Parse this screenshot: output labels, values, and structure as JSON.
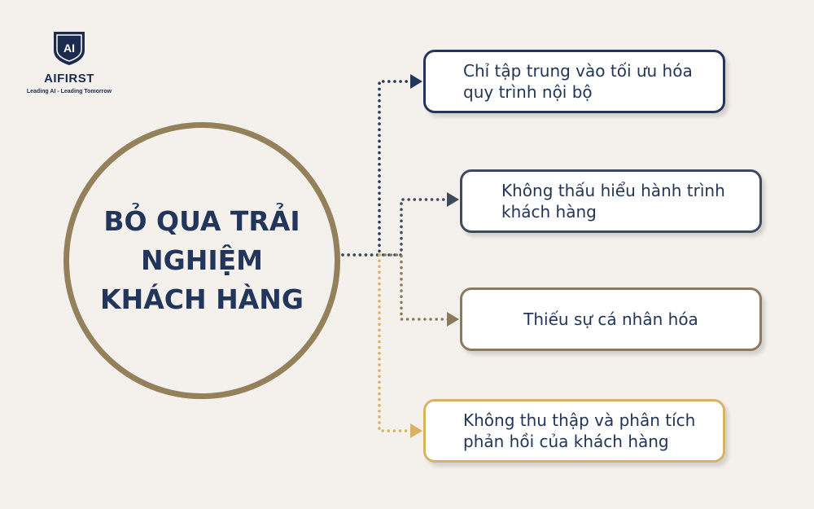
{
  "logo": {
    "mark_text": "AI",
    "brand": "AIFIRST",
    "tagline": "Leading AI - Leading Tomorrow",
    "color": "#1b2b4f"
  },
  "central_topic": {
    "title": "BỎ QUA TRẢI NGHIỆM KHÁCH HÀNG",
    "ring_color": "#94805a"
  },
  "items": [
    {
      "text": "Chỉ tập trung vào tối ưu hóa quy trình nội bộ",
      "color": "#22355a"
    },
    {
      "text": "Không thấu hiểu hành trình khách hàng",
      "color": "#3e4b5e"
    },
    {
      "text": "Thiếu sự cá nhân hóa",
      "color": "#8a7b5c"
    },
    {
      "text": "Không thu thập và phân tích phản hồi của khách hàng",
      "color": "#d8b265"
    }
  ],
  "background": "#f4f1ec"
}
